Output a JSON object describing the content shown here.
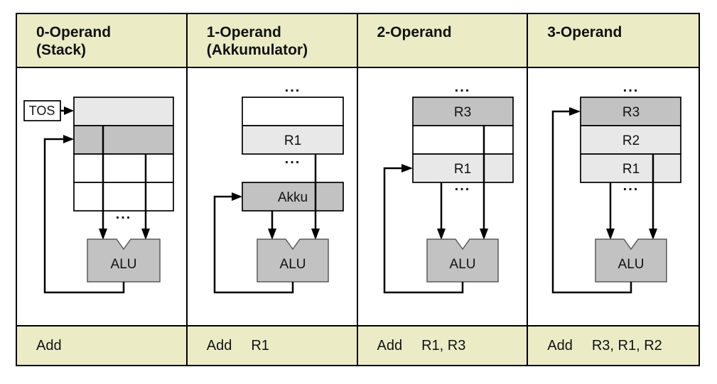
{
  "colors": {
    "band_bg": "#ebecc6",
    "border": "#000000",
    "cell_light": "#e8e8e8",
    "cell_dark": "#c2c2c2",
    "cell_white": "#ffffff",
    "alu_fill": "#c2c2c2",
    "alu_stroke": "#5a5a5a"
  },
  "columns": [
    {
      "header_line1": "0-Operand",
      "header_line2": "(Stack)",
      "instruction": {
        "mnemonic": "Add",
        "operands": ""
      },
      "labels": {
        "tos": "TOS",
        "alu": "ALU",
        "dots_bottom": "..."
      },
      "cells": [
        {
          "label": "",
          "fill": "#e8e8e8"
        },
        {
          "label": "",
          "fill": "#c2c2c2"
        },
        {
          "label": "",
          "fill": "#ffffff"
        },
        {
          "label": "",
          "fill": "#ffffff"
        }
      ]
    },
    {
      "header_line1": "1-Operand",
      "header_line2": "(Akkumulator)",
      "instruction": {
        "mnemonic": "Add",
        "operands": "R1"
      },
      "labels": {
        "alu": "ALU",
        "dots_top": "...",
        "dots_bottom": "..."
      },
      "cells": [
        {
          "label": "",
          "fill": "#ffffff"
        },
        {
          "label": "R1",
          "fill": "#e8e8e8"
        }
      ],
      "akku": {
        "label": "Akku",
        "fill": "#c2c2c2"
      }
    },
    {
      "header_line1": "2-Operand",
      "header_line2": "",
      "instruction": {
        "mnemonic": "Add",
        "operands": "R1, R3"
      },
      "labels": {
        "alu": "ALU",
        "dots_top": "...",
        "dots_bottom": "..."
      },
      "cells": [
        {
          "label": "R3",
          "fill": "#c2c2c2"
        },
        {
          "label": "",
          "fill": "#ffffff"
        },
        {
          "label": "R1",
          "fill": "#e8e8e8"
        }
      ]
    },
    {
      "header_line1": "3-Operand",
      "header_line2": "",
      "instruction": {
        "mnemonic": "Add",
        "operands": "R3, R1, R2"
      },
      "labels": {
        "alu": "ALU",
        "dots_top": "...",
        "dots_bottom": "..."
      },
      "cells": [
        {
          "label": "R3",
          "fill": "#c2c2c2"
        },
        {
          "label": "R2",
          "fill": "#e8e8e8"
        },
        {
          "label": "R1",
          "fill": "#e8e8e8"
        }
      ]
    }
  ]
}
